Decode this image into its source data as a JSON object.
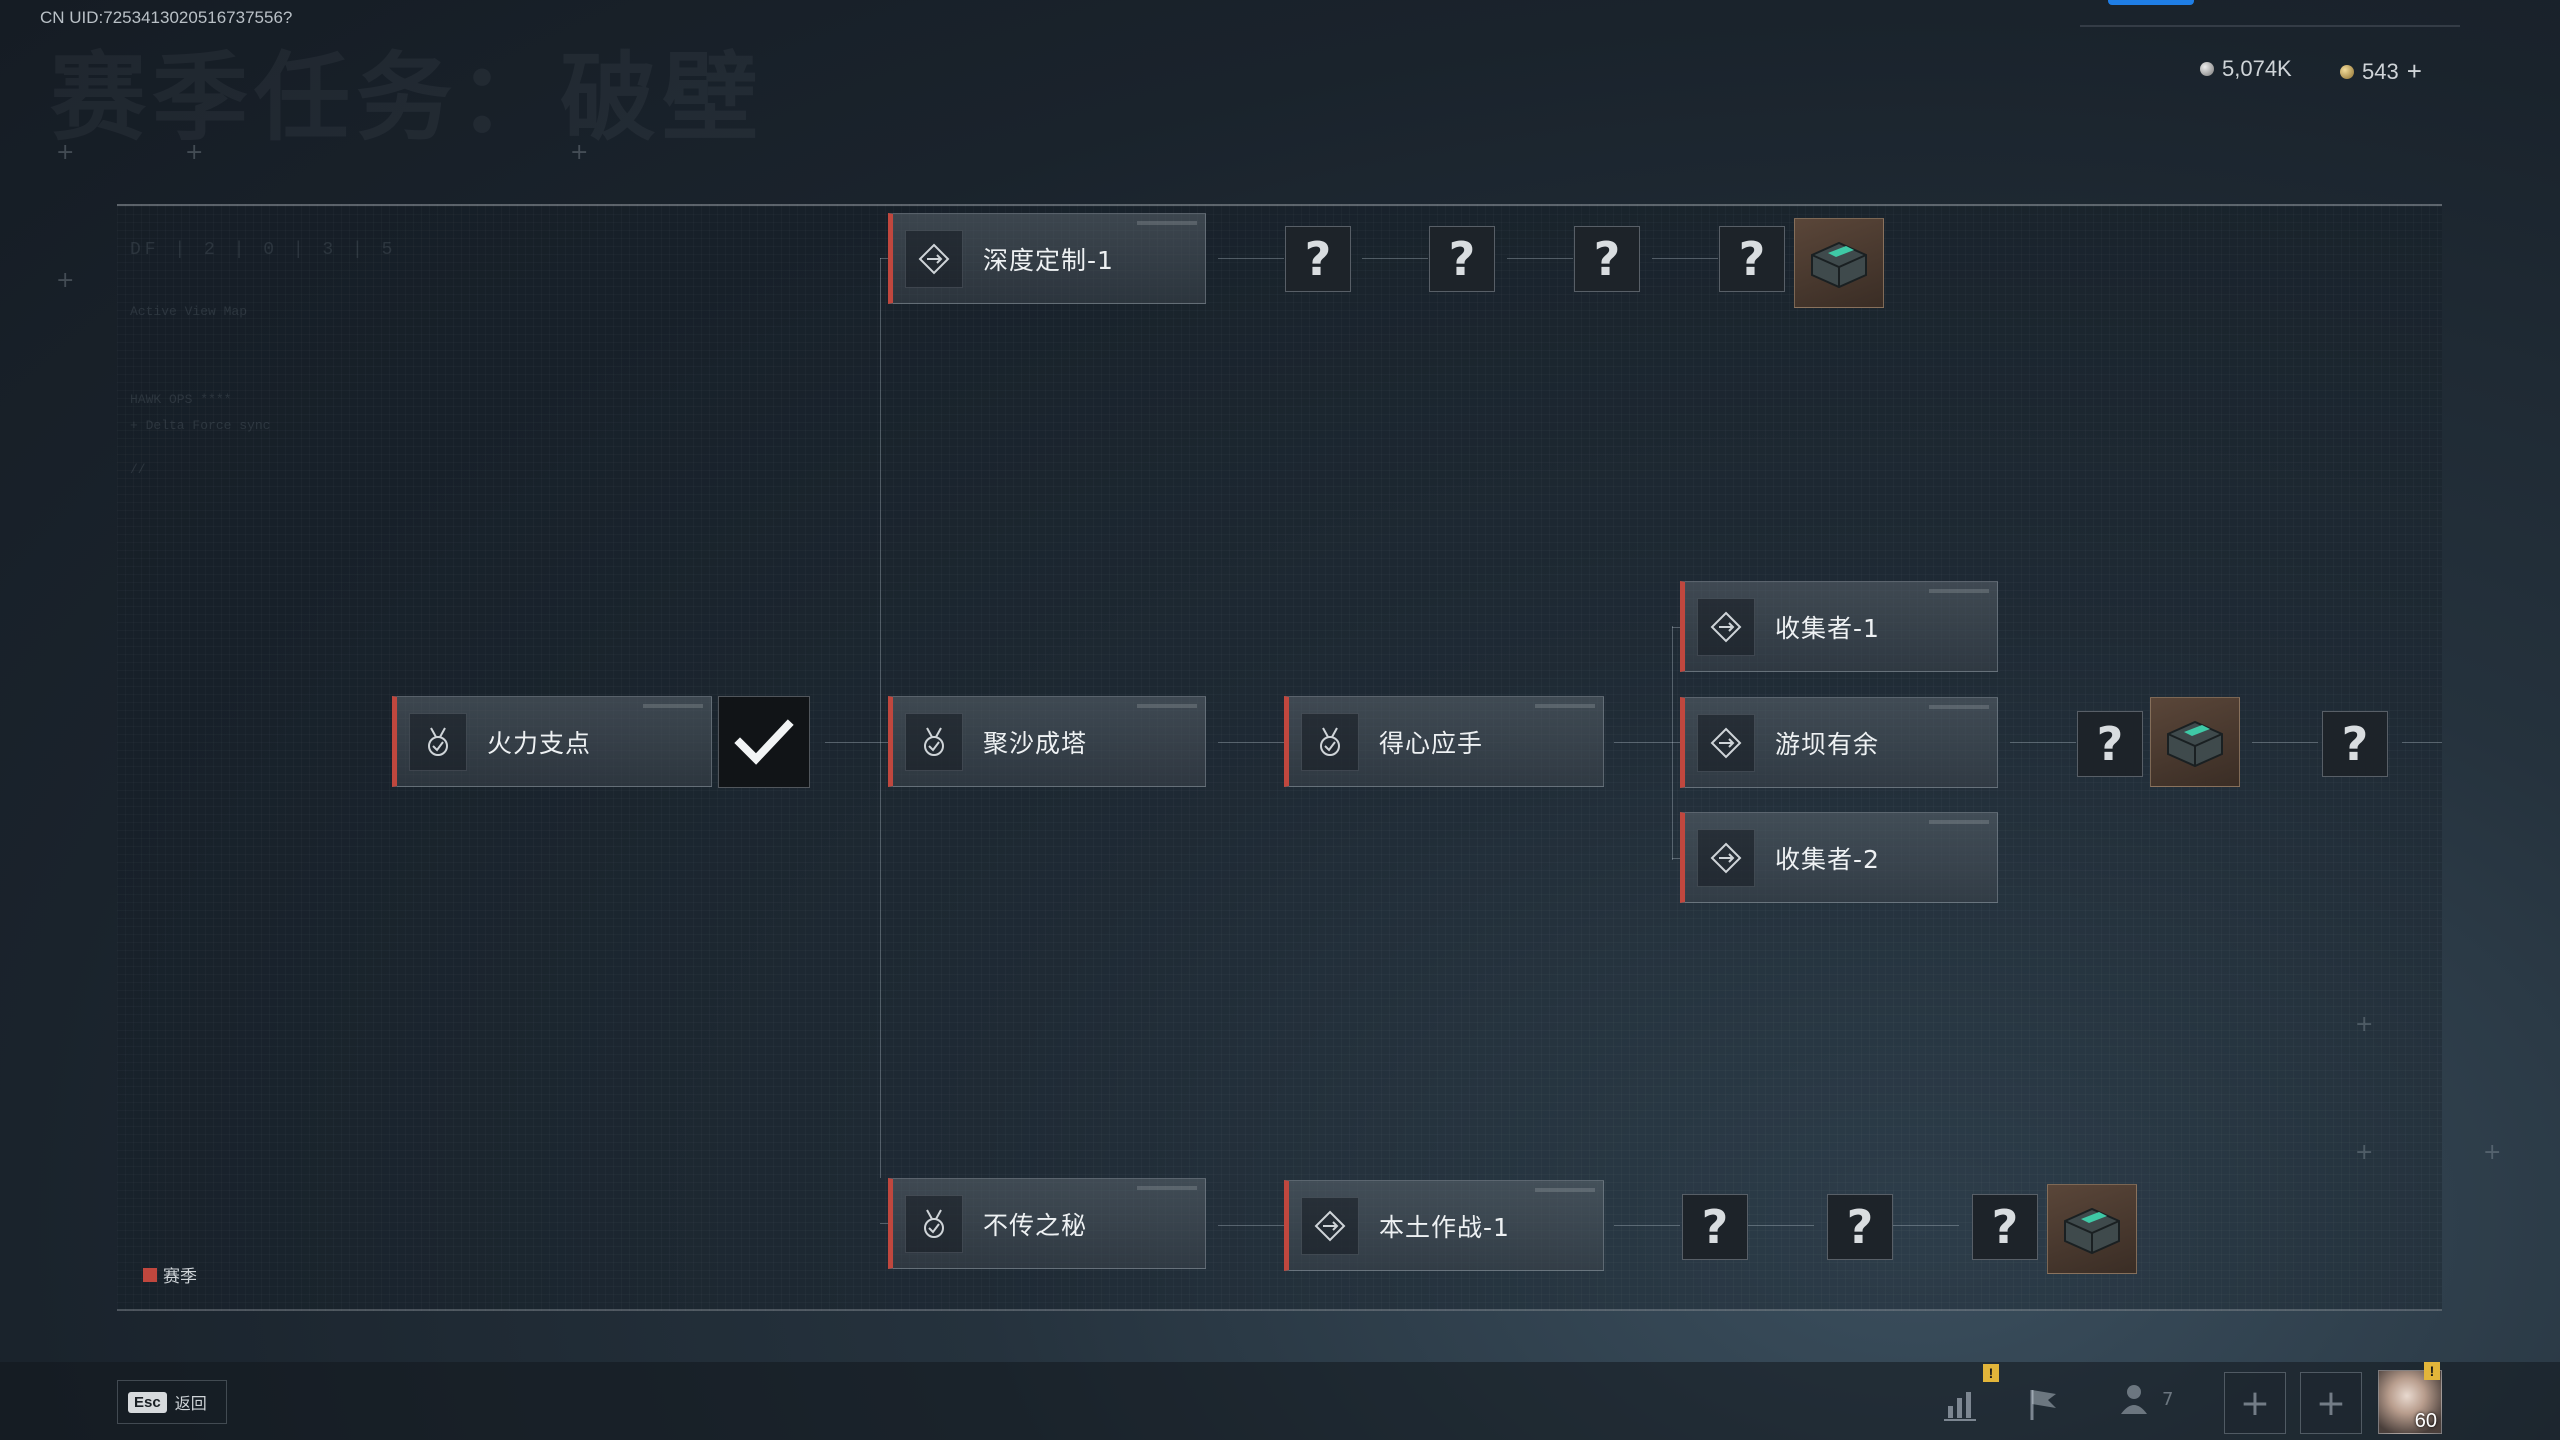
{
  "uid": "CN UID:7253413020516737556?",
  "ghost_title": "赛季任务：破壁",
  "side_texts": [
    "DF | 2 | 0 | 3 | 5",
    "Active View Map",
    "HAWK OPS ****",
    "+ Delta Force sync",
    "//"
  ],
  "currency": {
    "silver": "5,074K",
    "gold": "543",
    "gold_add": "+"
  },
  "legend": {
    "label": "赛季",
    "color": "#c0473e"
  },
  "nodes": [
    {
      "id": "deep",
      "label": "深度定制-1",
      "icon": "diamond-arrow-icon"
    },
    {
      "id": "fire",
      "label": "火力支点",
      "icon": "medal-icon"
    },
    {
      "id": "sand",
      "label": "聚沙成塔",
      "icon": "medal-icon"
    },
    {
      "id": "skill",
      "label": "得心应手",
      "icon": "medal-icon"
    },
    {
      "id": "col1",
      "label": "收集者-1",
      "icon": "diamond-arrow-icon"
    },
    {
      "id": "dam",
      "label": "游坝有余",
      "icon": "diamond-arrow-icon"
    },
    {
      "id": "col2",
      "label": "收集者-2",
      "icon": "diamond-arrow-icon"
    },
    {
      "id": "secret",
      "label": "不传之秘",
      "icon": "medal-icon"
    },
    {
      "id": "local",
      "label": "本土作战-1",
      "icon": "diamond-arrow-icon"
    }
  ],
  "unknown_mark": "?",
  "esc": {
    "key": "Esc",
    "label": "返回"
  },
  "bottom": {
    "players": "7",
    "level": "60",
    "warn": "!"
  }
}
